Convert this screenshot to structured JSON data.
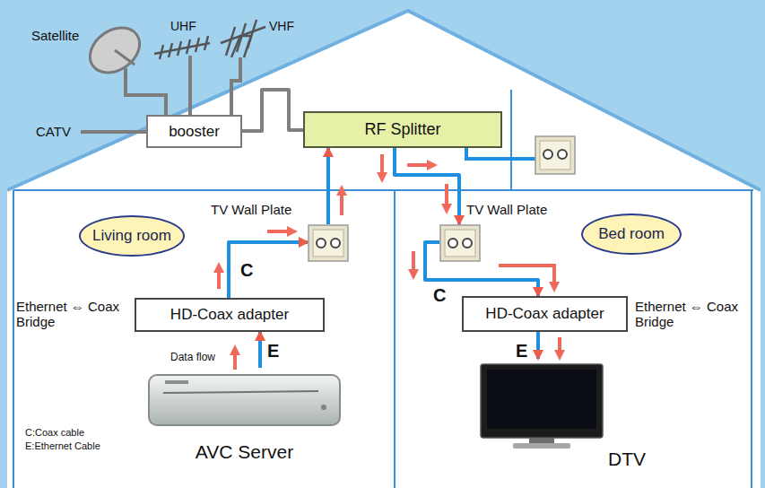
{
  "diagram": {
    "nodes": [
      {
        "text": [
          "booster"
        ]
      },
      {
        "text": [
          "RF Splitter"
        ]
      },
      {
        "text": [
          "Living room"
        ]
      },
      {
        "text": [
          "TV Wall Plate"
        ]
      },
      {
        "text": [
          "Bed room"
        ]
      },
      {
        "text": [
          "TV Wall Plate"
        ]
      },
      {
        "text": [
          "HD-Coax adapter"
        ]
      },
      {
        "text": [
          "HD-Coax adapter"
        ]
      },
      {
        "text": [
          "AVC Server"
        ]
      },
      {
        "text": [
          "DTV"
        ]
      }
    ],
    "edges": [
      {
        "from": 0,
        "to": 1,
        "arrow": "none"
      },
      {
        "from": 3,
        "to": 1,
        "arrow": "to"
      },
      {
        "from": 1,
        "to": 5,
        "arrow": "to"
      },
      {
        "from": 6,
        "to": 3,
        "arrow": "to"
      },
      {
        "from": 5,
        "to": 7,
        "arrow": "to"
      },
      {
        "from": 8,
        "to": 6,
        "arrow": "to"
      },
      {
        "from": 7,
        "to": 9,
        "arrow": "to"
      }
    ],
    "labels": [
      "Satellite",
      "UHF",
      "VHF",
      "CATV",
      "C",
      "Ethernet ⇔ Coax Bridge",
      "E",
      "Data flow",
      "C:Coax cable",
      "E:Ethernet Cable",
      "C",
      "Ethernet ⇔ Coax Bridge",
      "E"
    ]
  }
}
